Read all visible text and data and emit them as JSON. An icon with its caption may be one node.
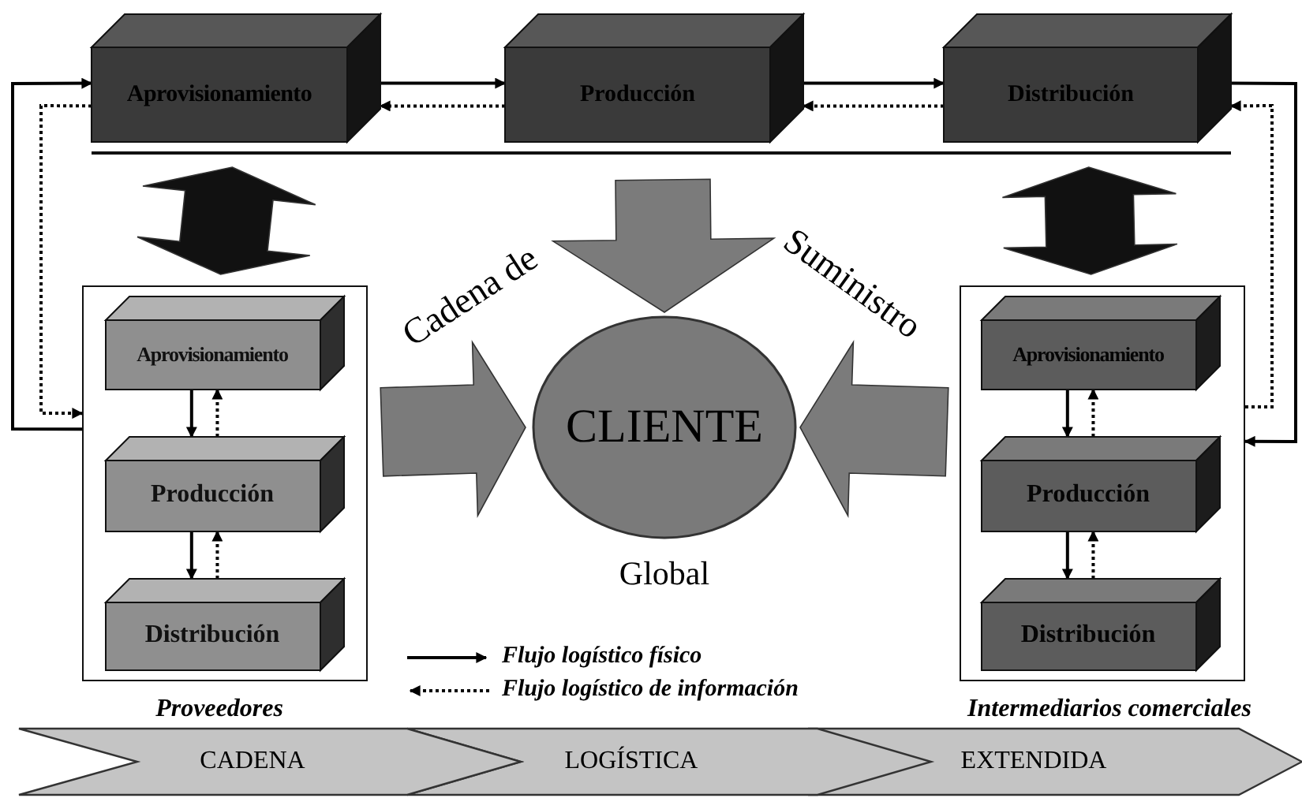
{
  "diagram": {
    "nodes": [
      {
        "text": [
          "Aprovisionamiento"
        ]
      },
      {
        "text": [
          "Producción"
        ]
      },
      {
        "text": [
          "Distribución"
        ]
      },
      {
        "text": [],
        "shape": "box",
        "beside": [
          "Proveedores"
        ]
      },
      {
        "text": [
          "Aprovisionamiento"
        ],
        "in": 3
      },
      {
        "text": [
          "Producción"
        ],
        "in": 3
      },
      {
        "text": [
          "Distribución"
        ],
        "in": 3
      },
      {
        "text": [],
        "shape": "box",
        "beside": [
          "Intermediarios comerciales"
        ]
      },
      {
        "text": [
          "Aprovisionamiento"
        ],
        "in": 7
      },
      {
        "text": [
          "Producción"
        ],
        "in": 7
      },
      {
        "text": [
          "Distribución"
        ],
        "in": 7
      },
      {
        "text": [
          "CLIENTE"
        ]
      },
      {
        "text": [
          "CADENA"
        ]
      },
      {
        "text": [
          "LOGÍSTICA"
        ]
      },
      {
        "text": [
          "EXTENDIDA"
        ]
      }
    ],
    "edges": [
      {
        "from": 0,
        "to": 1,
        "arrow": "to"
      },
      {
        "from": 1,
        "to": 0,
        "arrow": "to",
        "style": "dashed"
      },
      {
        "from": 1,
        "to": 2,
        "arrow": "to"
      },
      {
        "from": 2,
        "to": 1,
        "arrow": "to",
        "style": "dashed"
      },
      {
        "from": 3,
        "to": 0,
        "arrow": "to"
      },
      {
        "from": 0,
        "to": 3,
        "arrow": "to",
        "style": "dashed"
      },
      {
        "from": 2,
        "to": 7,
        "arrow": "to"
      },
      {
        "from": 7,
        "to": 2,
        "arrow": "to",
        "style": "dashed"
      },
      {
        "from": 4,
        "to": 5,
        "arrow": "to"
      },
      {
        "from": 5,
        "to": 4,
        "arrow": "to",
        "style": "dashed"
      },
      {
        "from": 5,
        "to": 6,
        "arrow": "to"
      },
      {
        "from": 6,
        "to": 5,
        "arrow": "to",
        "style": "dashed"
      },
      {
        "from": 8,
        "to": 9,
        "arrow": "to"
      },
      {
        "from": 9,
        "to": 8,
        "arrow": "to",
        "style": "dashed"
      },
      {
        "from": 9,
        "to": 10,
        "arrow": "to"
      },
      {
        "from": 10,
        "to": 9,
        "arrow": "to",
        "style": "dashed"
      },
      {
        "from": 0,
        "to": 3,
        "arrow": "both",
        "style": "thick",
        "color": "#111111"
      },
      {
        "from": 2,
        "to": 7,
        "arrow": "both",
        "style": "thick",
        "color": "#111111"
      },
      {
        "from": 1,
        "to": 11,
        "arrow": "to",
        "style": "thick"
      },
      {
        "from": 3,
        "to": 11,
        "arrow": "to",
        "style": "thick"
      },
      {
        "from": 7,
        "to": 11,
        "arrow": "to",
        "style": "thick"
      }
    ],
    "labels": [
      "Cadena de",
      "Suministro",
      "Global"
    ],
    "legend": [
      {
        "text": "Flujo logístico físico"
      },
      {
        "text": "Flujo logístico de información"
      }
    ]
  }
}
